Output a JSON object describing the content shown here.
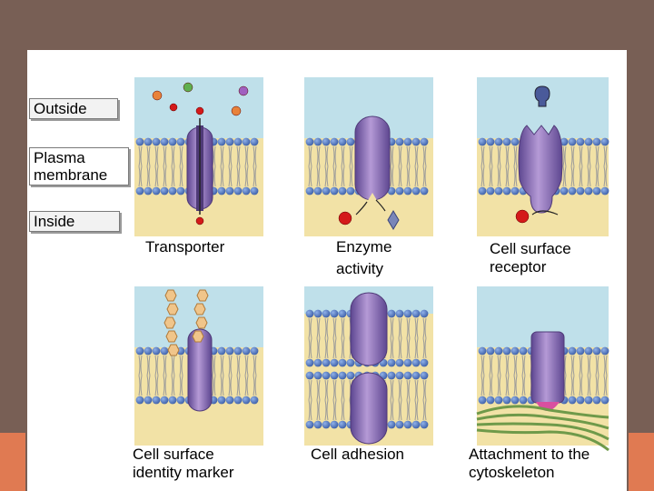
{
  "labels": {
    "outside": "Outside",
    "plasma_membrane_line1": "Plasma",
    "plasma_membrane_line2": "membrane",
    "inside": "Inside"
  },
  "captions": {
    "transporter": "Transporter",
    "enzyme_line1": "Enzyme",
    "enzyme_line2": "activity",
    "receptor_line1": "Cell surface",
    "receptor_line2": "receptor",
    "identity_line1": "Cell surface",
    "identity_line2": "identity marker",
    "adhesion": "Cell adhesion",
    "cytoskeleton_line1": "Attachment to the",
    "cytoskeleton_line2": "cytoskeleton"
  },
  "colors": {
    "frame": "#785f55",
    "accent": "#e07a52",
    "outside_fluid": "#bfe0ea",
    "inside_fluid": "#f2e2a6",
    "lipid_head": "#3d5fa8",
    "protein": "#8a6bb0",
    "protein_dark": "#4f3a78",
    "molecule_red": "#d41a1a",
    "identity_marker": "#f0c58a",
    "cytoskeleton": "#6f9a4a",
    "anchor": "#d94fa0"
  }
}
